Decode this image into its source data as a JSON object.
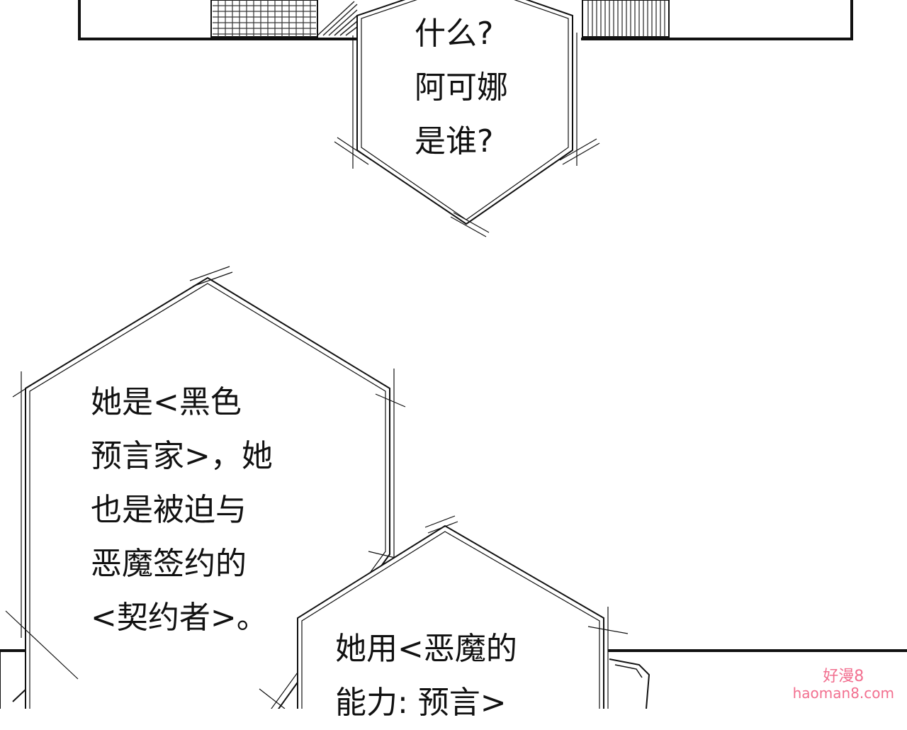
{
  "bubbles": [
    {
      "lines": [
        "什么?",
        "阿可娜",
        "是谁?"
      ]
    },
    {
      "lines": [
        "她是<黑色",
        "预言家>，她",
        "也是被迫与",
        "恶魔签约的",
        "<契约者>。"
      ]
    },
    {
      "lines": [
        "她用<恶魔的",
        "能力: 预言>"
      ]
    }
  ],
  "watermark": {
    "title": "好漫8",
    "url": "haoman8.com",
    "color": "#f26f8f"
  }
}
